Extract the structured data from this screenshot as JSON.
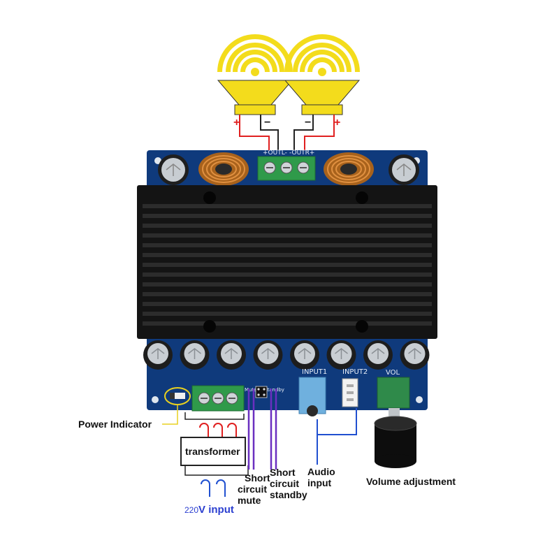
{
  "terminals": {
    "out_left": "+OUTL-",
    "out_right": "-OUTR+"
  },
  "polarity": {
    "left_plus": "+",
    "left_minus": "−",
    "right_minus": "−",
    "right_plus": "+"
  },
  "board_silk": {
    "mute": "Mute",
    "standby": "Standby",
    "input1": "INPUT1",
    "input2": "INPUT2",
    "vol": "VOL"
  },
  "labels": {
    "power_indicator": "Power Indicator",
    "transformer": "transformer",
    "input_voltage_num": "220",
    "input_voltage_text": "V input",
    "short_mute": [
      "Short",
      "circuit",
      "mute"
    ],
    "short_standby": [
      "Short",
      "circuit",
      "standby"
    ],
    "audio_input": [
      "Audio",
      "input"
    ],
    "volume": "Volume adjustment"
  },
  "colors": {
    "board": "#0f3a7c",
    "heatsink": "#141414",
    "terminal_green": "#2f9a4a",
    "speaker_yellow": "#f3dc1c",
    "wire_red": "#e02020",
    "wire_blue": "#2050d0",
    "wire_purple": "#6a2fc0",
    "indicator_yellow": "#e8d020",
    "voltage_blue": "#2b3fd0"
  }
}
